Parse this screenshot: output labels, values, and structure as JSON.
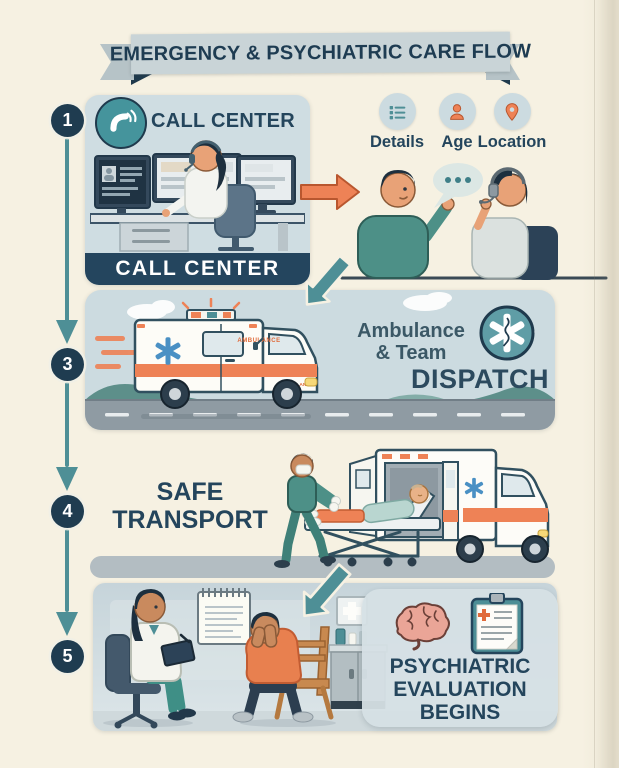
{
  "poster": {
    "title": "EMERGENCY & PSYCHIATRIC CARE FLOW"
  },
  "flow_rail": {
    "badges": [
      {
        "number": "1"
      },
      {
        "number": "3"
      },
      {
        "number": "4"
      },
      {
        "number": "5"
      }
    ]
  },
  "call_center": {
    "heading": "CALL CENTER",
    "caption": "CALL CENTER",
    "icon": "phone-icon"
  },
  "caller_info": {
    "items": [
      {
        "label": "Details",
        "icon": "list-icon"
      },
      {
        "label": "Age",
        "icon": "person-icon"
      },
      {
        "label": "Location",
        "icon": "location-pin-icon"
      }
    ]
  },
  "dispatch": {
    "heading_line1": "Ambulance",
    "heading_line2": "& Team",
    "title": "DISPATCH",
    "badge_icon": "star-of-life-icon",
    "vehicle_marking": "AMBULANCE"
  },
  "transport": {
    "title_line1": "SAFE",
    "title_line2": "TRANSPORT"
  },
  "evaluation": {
    "title_line1": "PSYCHIATRIC",
    "title_line2": "EVALUATION",
    "title_line3": "BEGINS",
    "icons": [
      "brain-icon",
      "clipboard-icon"
    ]
  },
  "colors": {
    "background": "#f6f1e2",
    "panel_blue": "#cfdde2",
    "sky_blue": "#ccdbe0",
    "navy": "#24455c",
    "teal": "#4e8f96",
    "orange": "#ee8256",
    "brain_pink": "#eaa597"
  }
}
